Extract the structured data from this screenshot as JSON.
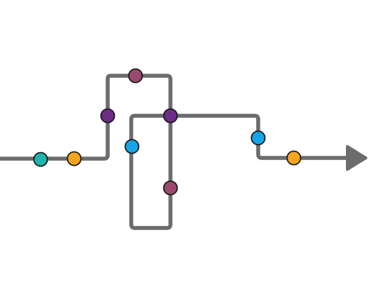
{
  "diagram": {
    "type": "flow-path",
    "direction": "left-to-right",
    "colors": {
      "line": "#6c6c6e",
      "node_outline": "#1b1b1b",
      "teal": "#1fb5ad",
      "orange": "#f6a61c",
      "purple": "#6f2c86",
      "mauve": "#9b4a6e",
      "blue": "#18a4e8"
    },
    "nodes": [
      {
        "id": "teal-node",
        "color": "teal"
      },
      {
        "id": "orange-node-1",
        "color": "orange"
      },
      {
        "id": "purple-node-1",
        "color": "purple"
      },
      {
        "id": "mauve-node-1",
        "color": "mauve"
      },
      {
        "id": "purple-node-2",
        "color": "purple"
      },
      {
        "id": "blue-node-1",
        "color": "blue"
      },
      {
        "id": "mauve-node-2",
        "color": "mauve"
      },
      {
        "id": "blue-node-2",
        "color": "blue"
      },
      {
        "id": "orange-node-2",
        "color": "orange"
      }
    ],
    "end_marker": "arrow-right-icon"
  }
}
